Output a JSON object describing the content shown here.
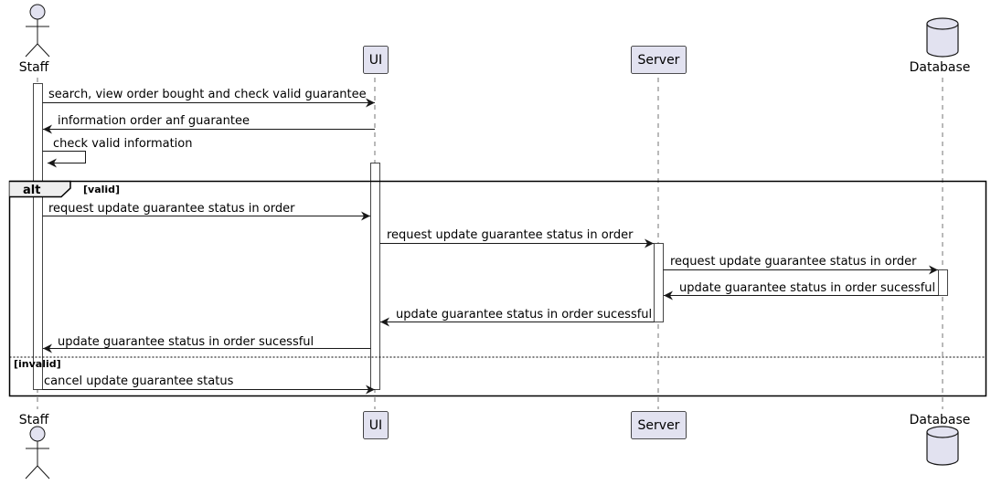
{
  "participants": {
    "staff": {
      "label": "Staff",
      "kind": "actor"
    },
    "ui": {
      "label": "UI",
      "kind": "participant"
    },
    "server": {
      "label": "Server",
      "kind": "participant"
    },
    "database": {
      "label": "Database",
      "kind": "database"
    }
  },
  "colors": {
    "participant_fill": "#E2E2F0",
    "line": "#181818",
    "activation_fill": "#FFFFFF"
  },
  "messages": {
    "m1": "search, view order bought and check valid guarantee",
    "m2": "information order anf guarantee",
    "m3": "check valid information",
    "m4": "request update guarantee status in order",
    "m5": "request update guarantee status in order",
    "m6": "request update guarantee status in order",
    "m7": "update guarantee status in order sucessful",
    "m8": "update guarantee status in order sucessful",
    "m9": "update guarantee status in order sucessful",
    "m10": "cancel update guarantee status"
  },
  "alt_frame": {
    "keyword": "alt",
    "guard_valid": "[valid]",
    "guard_invalid": "[invalid]"
  }
}
